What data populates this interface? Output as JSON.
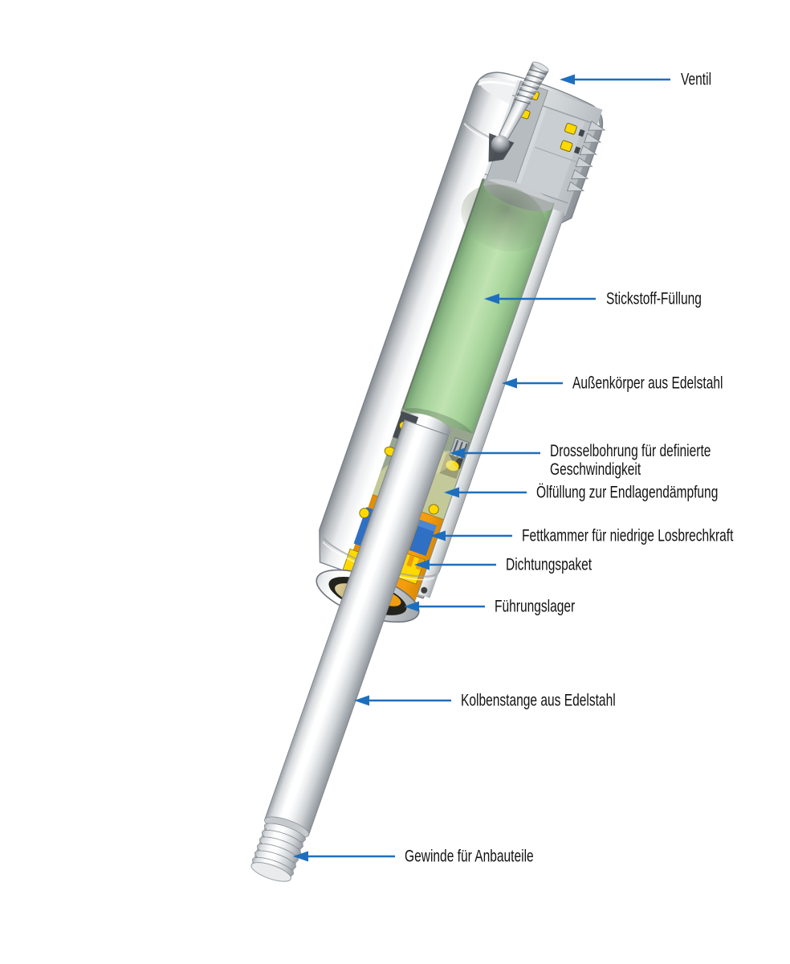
{
  "figure": {
    "kind": "technical cutaway diagram",
    "subject": "Gasfeder Schnittdarstellung (gas spring sectional view)",
    "background": "#ffffff"
  },
  "colors": {
    "leader_blue": "#1d6fbe",
    "label_text": "#131313",
    "nitrogen_green": "#aed69f",
    "oil_yellow": "#e8e5a0",
    "guide_orange": "#f59c16",
    "seal_yellow": "#ffd900",
    "grease_chamber_blue": "#2f6fc4",
    "steel_light": "#ffffff",
    "steel_dark": "#878d93",
    "brass": "#bda766"
  },
  "labels": [
    {
      "id": "ventil",
      "text": "Ventil"
    },
    {
      "id": "stickstoff",
      "text": "Stickstoff-Füllung"
    },
    {
      "id": "aussenkoerper",
      "text": "Außenkörper aus Edelstahl"
    },
    {
      "id": "drosselbohrung",
      "text": "Drosselbohrung für definierte Geschwindigkeit"
    },
    {
      "id": "oelfuellung",
      "text": "Ölfüllung zur Endlagendämpfung"
    },
    {
      "id": "fettkammer",
      "text": "Fettkammer für niedrige Losbrechkraft"
    },
    {
      "id": "dichtungspaket",
      "text": "Dichtungspaket"
    },
    {
      "id": "fuehrungslager",
      "text": "Führungslager"
    },
    {
      "id": "kolbenstange",
      "text": "Kolbenstange aus Edelstahl"
    },
    {
      "id": "gewinde",
      "text": "Gewinde für Anbauteile"
    }
  ]
}
